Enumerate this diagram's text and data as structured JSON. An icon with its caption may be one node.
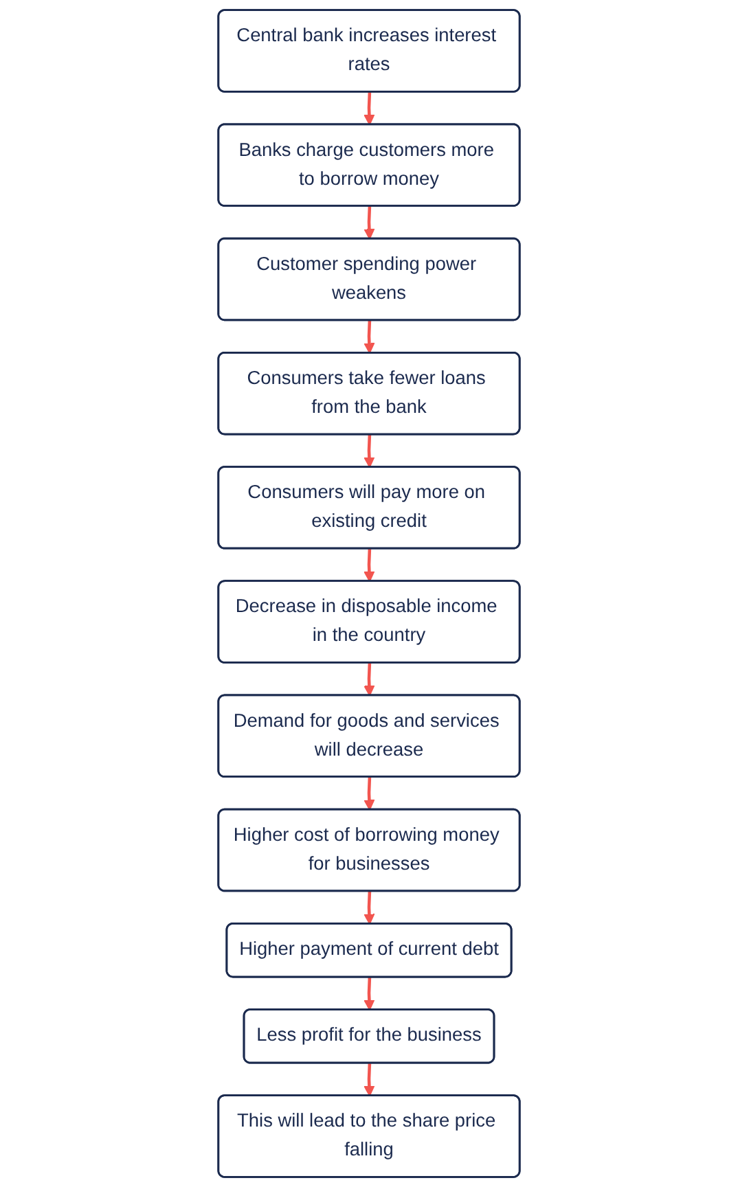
{
  "diagram": {
    "nodes": [
      {
        "text": [
          "Central bank increases interest rates"
        ]
      },
      {
        "text": [
          "Banks charge customers more to borrow money"
        ]
      },
      {
        "text": [
          "Customer spending power weakens"
        ]
      },
      {
        "text": [
          "Decrease in disposable income in the country"
        ]
      },
      {
        "text": [
          "Consumers will pay more on existing credit"
        ]
      },
      {
        "text": [
          "Consumers take fewer loans from the bank"
        ]
      },
      {
        "text": [
          "Demand for goods and services will decrease"
        ]
      },
      {
        "text": [
          "Higher cost of borrowing money for businesses"
        ]
      },
      {
        "text": [
          "Higher payment of current debt"
        ]
      },
      {
        "text": [
          "This will lead to the share price falling"
        ]
      },
      {
        "text": [
          "Less profit for the business"
        ]
      }
    ],
    "edges": [
      {
        "from": 0,
        "to": 1,
        "arrow": "to"
      },
      {
        "from": 1,
        "to": 2,
        "arrow": "to"
      },
      {
        "from": 2,
        "to": 5,
        "arrow": "to"
      },
      {
        "from": 5,
        "to": 4,
        "arrow": "to"
      },
      {
        "from": 4,
        "to": 3,
        "arrow": "to"
      },
      {
        "from": 3,
        "to": 6,
        "arrow": "to"
      },
      {
        "from": 6,
        "to": 7,
        "arrow": "to"
      },
      {
        "from": 7,
        "to": 8,
        "arrow": "to"
      },
      {
        "from": 8,
        "to": 10,
        "arrow": "to"
      },
      {
        "from": 10,
        "to": 9,
        "arrow": "to"
      }
    ]
  }
}
